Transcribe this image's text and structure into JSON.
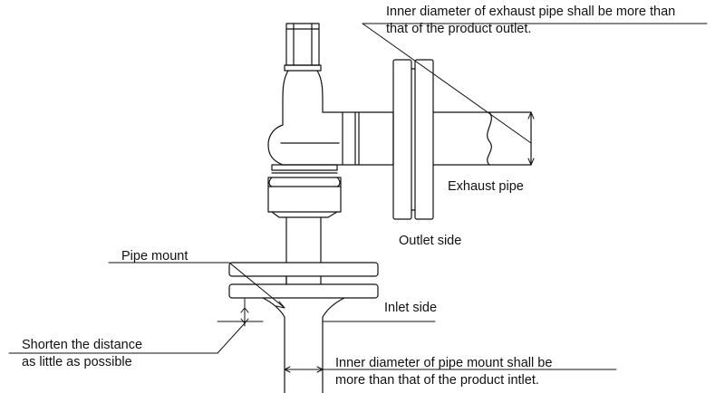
{
  "annotations": {
    "exhaust_inner_diameter_line1": "Inner diameter of exhaust pipe shall be more than",
    "exhaust_inner_diameter_line2": "that of the product outlet.",
    "exhaust_pipe": "Exhaust pipe",
    "outlet_side": "Outlet side",
    "pipe_mount": "Pipe mount",
    "inlet_side": "Inlet side",
    "shorten_line1": "Shorten the distance",
    "shorten_line2": "as little as possible",
    "pipe_mount_inner_diameter_line1": "Inner diameter of  pipe mount shall be",
    "pipe_mount_inner_diameter_line2": "more than that of the product intlet."
  },
  "colors": {
    "line": "#111111",
    "background": "#ffffff"
  }
}
